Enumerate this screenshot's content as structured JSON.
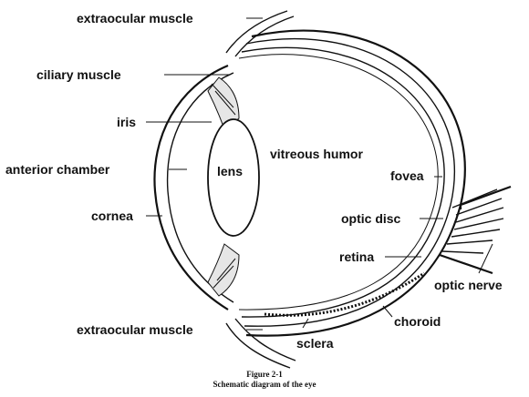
{
  "labels": {
    "extraocular_top": "extraocular muscle",
    "ciliary": "ciliary muscle",
    "iris": "iris",
    "anterior": "anterior chamber",
    "cornea": "cornea",
    "extraocular_bottom": "extraocular muscle",
    "lens": "lens",
    "vitreous": "vitreous humor",
    "fovea": "fovea",
    "optic_disc": "optic disc",
    "retina": "retina",
    "optic_nerve": "optic nerve",
    "choroid": "choroid",
    "sclera": "sclera"
  },
  "caption": {
    "figure": "Figure 2-1",
    "title": "Schematic diagram of the eye"
  }
}
